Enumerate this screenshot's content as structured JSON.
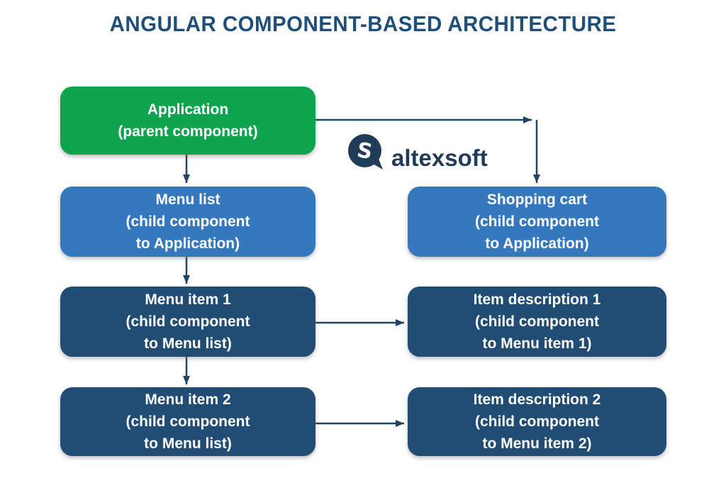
{
  "title": "ANGULAR COMPONENT-BASED ARCHITECTURE",
  "brand": {
    "name": "altexsoft",
    "icon": "altexsoft-speech-bubble-s-icon"
  },
  "colors": {
    "parent_node": "#0EA44E",
    "child_level_1_node": "#3678BE",
    "child_level_2_node": "#214C74",
    "arrow": "#1F4466",
    "title_text": "#1F4E79",
    "node_text": "#FFFFFF",
    "brand_text": "#203C59"
  },
  "diagram": {
    "type": "component-tree",
    "nodes": [
      {
        "id": "application",
        "level": "parent",
        "lines": [
          "Application",
          "(parent component)"
        ]
      },
      {
        "id": "menu-list",
        "level": "child-1",
        "lines": [
          "Menu list",
          "(child component",
          "to Application)"
        ]
      },
      {
        "id": "shopping-cart",
        "level": "child-1",
        "lines": [
          "Shopping cart",
          "(child component",
          "to Application)"
        ]
      },
      {
        "id": "menu-item-1",
        "level": "child-2",
        "lines": [
          "Menu item 1",
          "(child component",
          "to Menu list)"
        ]
      },
      {
        "id": "item-description-1",
        "level": "child-2",
        "lines": [
          "Item description 1",
          "(child component",
          "to Menu item 1)"
        ]
      },
      {
        "id": "menu-item-2",
        "level": "child-2",
        "lines": [
          "Menu item 2",
          "(child component",
          "to Menu list)"
        ]
      },
      {
        "id": "item-description-2",
        "level": "child-2",
        "lines": [
          "Item description 2",
          "(child component",
          "to Menu item 2)"
        ]
      }
    ],
    "edges": [
      {
        "from": "application",
        "to": "menu-list"
      },
      {
        "from": "application",
        "to": "shopping-cart"
      },
      {
        "from": "menu-list",
        "to": "menu-item-1"
      },
      {
        "from": "menu-item-1",
        "to": "item-description-1"
      },
      {
        "from": "menu-item-1",
        "to": "menu-item-2"
      },
      {
        "from": "menu-item-2",
        "to": "item-description-2"
      }
    ]
  }
}
